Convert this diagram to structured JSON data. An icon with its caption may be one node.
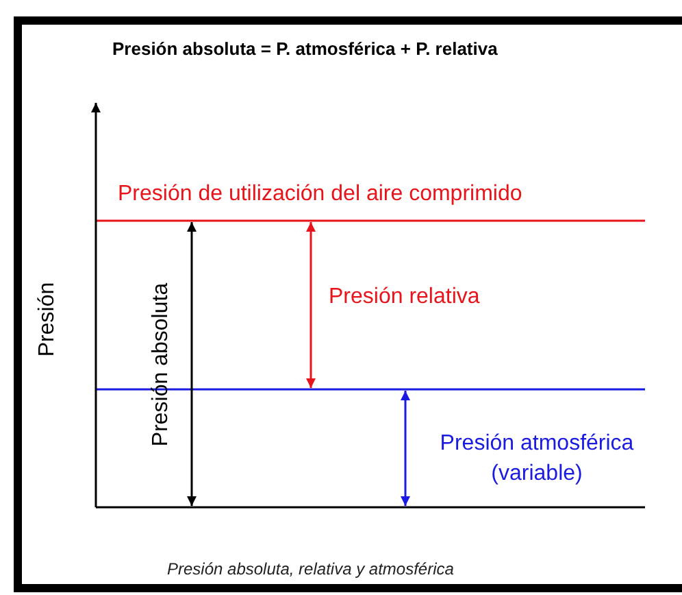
{
  "diagram": {
    "title": "Presión absoluta = P. atmosférica + P. relativa",
    "caption": "Presión absoluta, relativa y atmosférica",
    "labels": [
      "Presión de utilización del aire comprimido",
      "Presión",
      "Presión absoluta",
      "Presión relativa",
      "Presión atmosférica (variable)"
    ]
  }
}
